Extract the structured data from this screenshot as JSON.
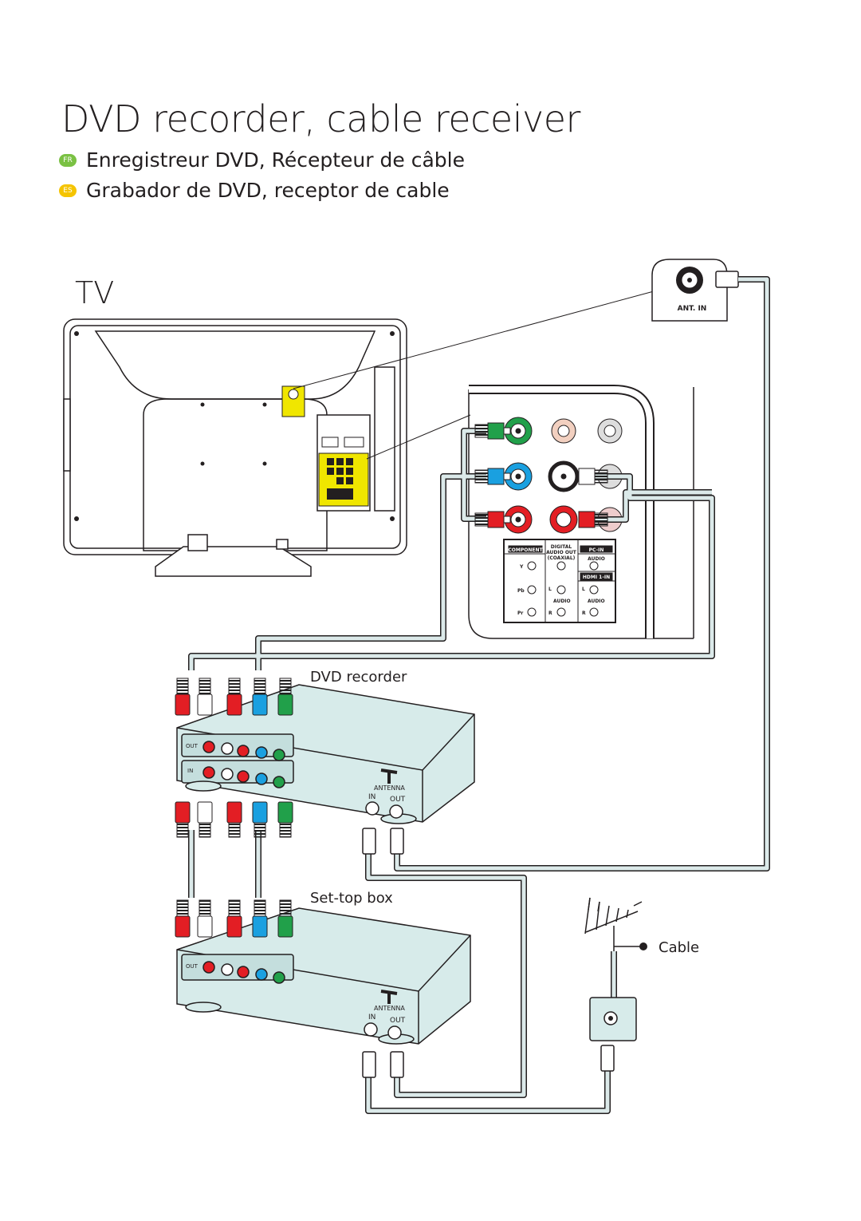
{
  "title": "DVD recorder, cable receiver",
  "subtitles": [
    {
      "lang": "FR",
      "text": "Enregistreur DVD, Récepteur de câble",
      "color": "#7ac143"
    },
    {
      "lang": "ES",
      "text": "Grabador de DVD, receptor de cable",
      "color": "#f5c400"
    }
  ],
  "labels": {
    "tv": "TV",
    "dvd_recorder": "DVD recorder",
    "set_top_box": "Set-top box",
    "cable": "Cable",
    "ant_in": "ANT. IN",
    "antenna": "ANTENNA",
    "in": "IN",
    "out": "OUT"
  },
  "panel": {
    "component": "COMPONENT",
    "digital": "DIGITAL",
    "audio_out": "AUDIO OUT",
    "coaxial": "(COAXIAL)",
    "pc_in": "PC-IN",
    "audio": "AUDIO",
    "hdmi": "HDMI 1-IN",
    "y": "Y",
    "pb": "Pb",
    "pr": "Pr",
    "l": "L",
    "r": "R"
  },
  "colors": {
    "cable": "#dbe9e9",
    "device": "#d7ebea",
    "red": "#e31e24",
    "white": "#ffffff",
    "blue": "#1aa0e0",
    "green": "#21a04a",
    "yellow": "#f0e600"
  }
}
